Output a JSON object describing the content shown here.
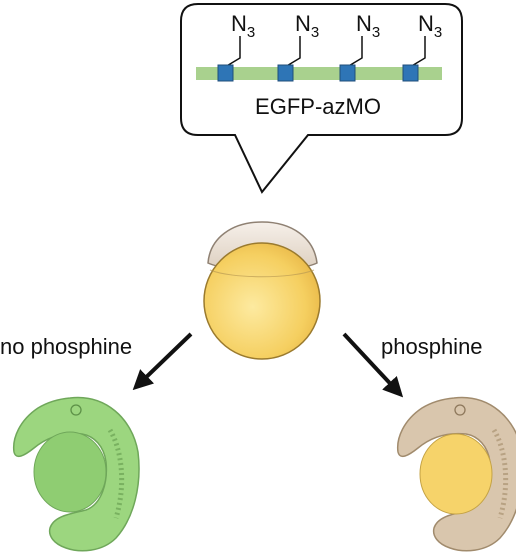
{
  "callout": {
    "label": "EGFP-azMO",
    "azide_prefix": "N",
    "azide_subscript": "3",
    "azide_group_count": 4
  },
  "branches": {
    "left": {
      "label": "no phosphine"
    },
    "right": {
      "label": "phosphine"
    }
  },
  "colors": {
    "backbone": "#a9d18e",
    "azide_square": "#2e75b6",
    "egg_yolk": "#f2cc5a",
    "egg_cap": "#e8ddd0",
    "embryo_green": "#9cd67f",
    "embryo_tan": "#d9c6ad",
    "yolk_highlight": "#f6d36a",
    "arrow": "#111111"
  }
}
